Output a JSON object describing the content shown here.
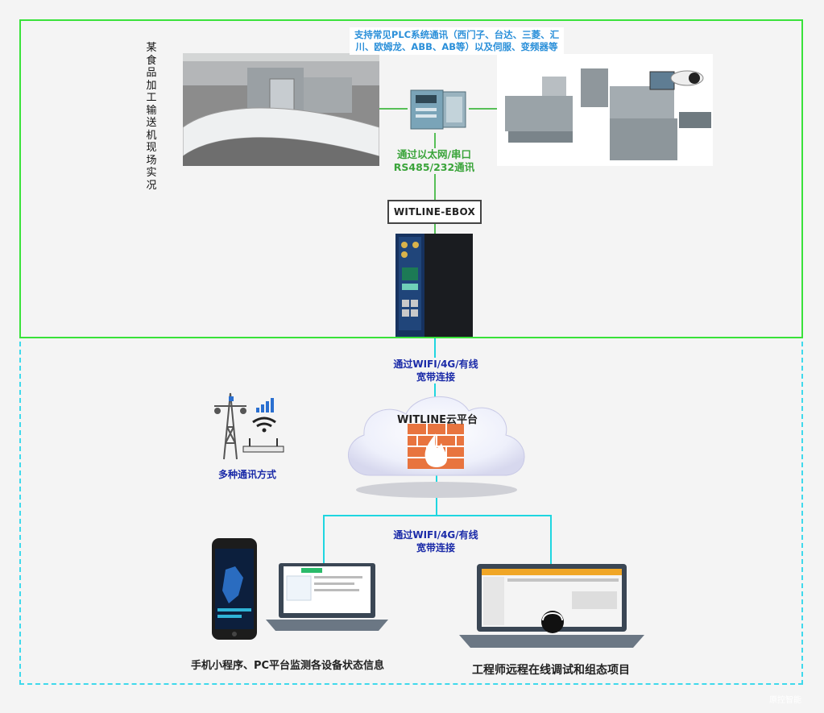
{
  "site": {
    "title": "某食品加工输送机现场实况"
  },
  "plc": {
    "note": "支持常见PLC系统通讯（西门子、台达、三菱、汇川、欧姆龙、ABB、AB等）以及伺服、变频器等"
  },
  "ethernet": {
    "note": "通过以太网/串口RS485/232通讯"
  },
  "ebox": {
    "label": "WITLINE-EBOX"
  },
  "uplink": {
    "note": "通过WIFI/4G/有线宽带连接"
  },
  "cloud": {
    "label": "WITLINE云平台"
  },
  "comm": {
    "label": "多种通讯方式"
  },
  "downlink": {
    "note": "通过WIFI/4G/有线宽带连接"
  },
  "monitor": {
    "caption": "手机小程序、PC平台监测各设备状态信息"
  },
  "engineer": {
    "caption": "工程师远程在线调试和组态项目"
  },
  "watermark": {
    "text": "原控智能"
  },
  "colors": {
    "top_border": "#39e23a",
    "bottom_border": "#3fd9ec",
    "link_blue": "#1a2aa8",
    "plc_blue": "#2a8fd9",
    "eth_green": "#3aa43a"
  }
}
